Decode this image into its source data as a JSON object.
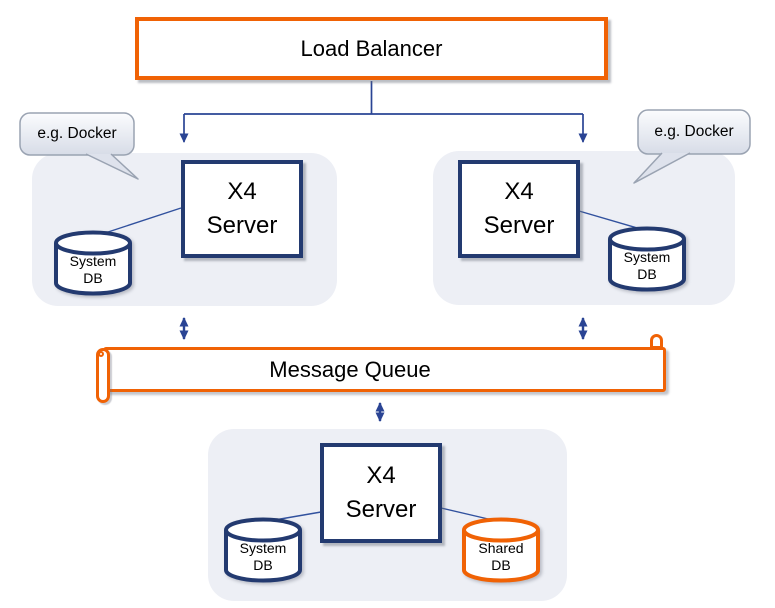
{
  "diagram": {
    "title_node": "Load Balancer",
    "message_queue": "Message Queue",
    "servers": {
      "left": "X4\nServer",
      "right": "X4\nServer",
      "bottom": "X4\nServer"
    },
    "databases": {
      "left": "System\nDB",
      "right": "System\nDB",
      "bottom_system": "System\nDB",
      "bottom_shared": "Shared\nDB"
    },
    "callouts": {
      "left": "e.g. Docker",
      "right": "e.g. Docker"
    }
  },
  "colors": {
    "navy": "#233A70",
    "arrow_navy": "#2A4494",
    "orange": "#F06205",
    "container_fill": "#EDEFF5",
    "callout_border": "#9AA3B2",
    "background": "#FFFFFF",
    "text": "#000000"
  }
}
